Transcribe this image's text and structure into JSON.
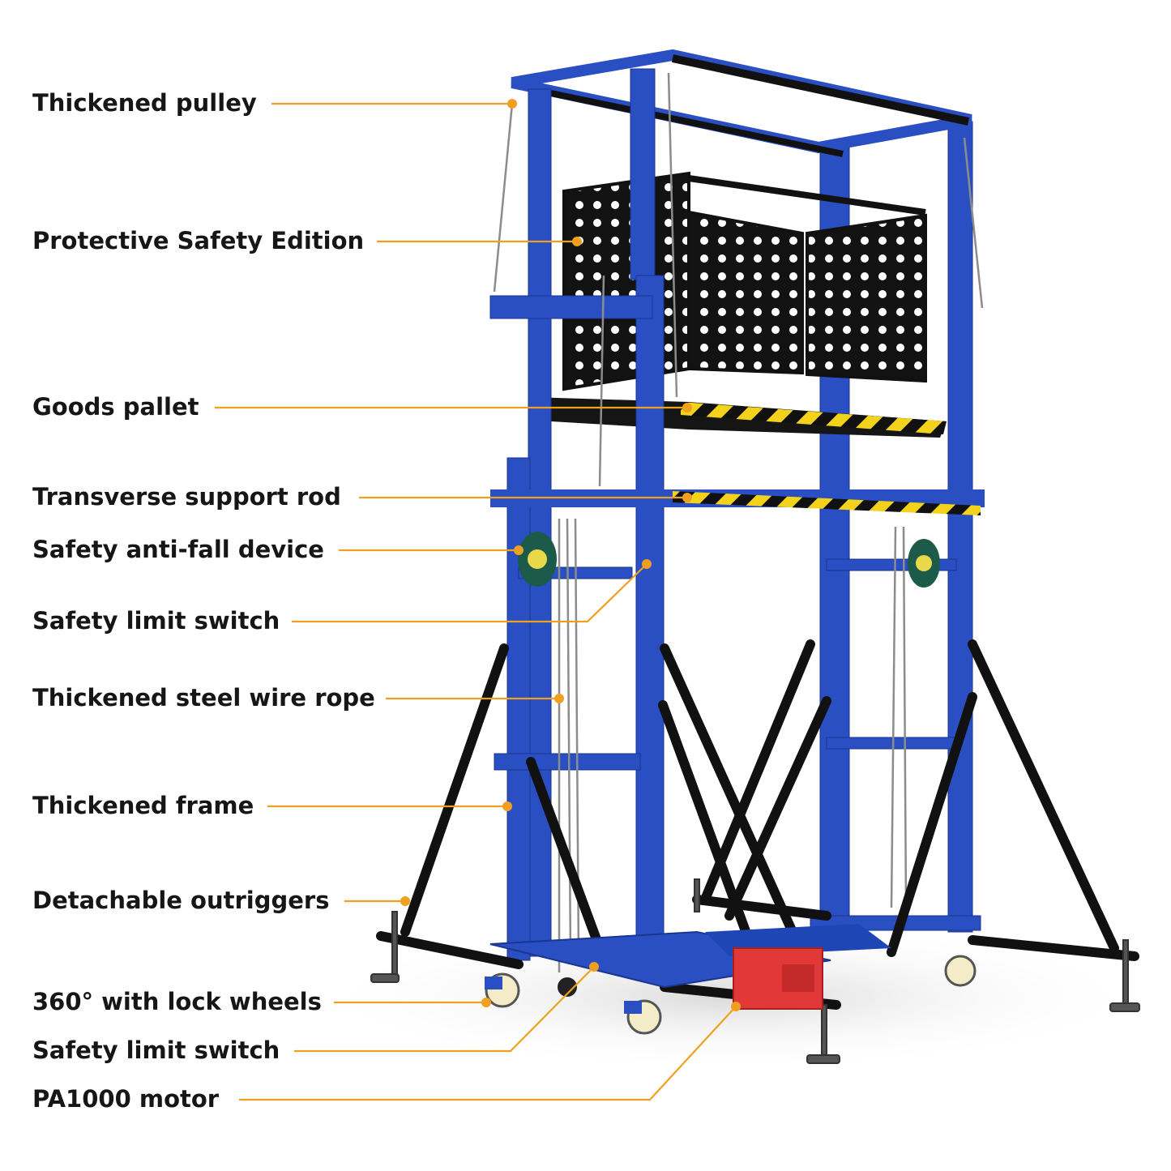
{
  "colors": {
    "frame_blue": "#2a4fc2",
    "frame_blue_dark": "#1b3590",
    "leader_orange": "#f0a020",
    "label_text": "#161616",
    "panel_black": "#121212",
    "outrigger_black": "#111111",
    "hazard_yellow": "#f2d21a",
    "motor_red": "#e23838",
    "wheel_cream": "#f4ecc8"
  },
  "callouts": [
    {
      "key": "thickened-pulley",
      "label": "Thickened pulley"
    },
    {
      "key": "protective-safety-edition",
      "label": "Protective Safety Edition"
    },
    {
      "key": "goods-pallet",
      "label": "Goods pallet"
    },
    {
      "key": "transverse-support-rod",
      "label": "Transverse support rod"
    },
    {
      "key": "safety-anti-fall-device",
      "label": "Safety anti-fall device"
    },
    {
      "key": "safety-limit-switch-upper",
      "label": "Safety limit switch"
    },
    {
      "key": "thickened-steel-wire-rope",
      "label": "Thickened steel wire rope"
    },
    {
      "key": "thickened-frame",
      "label": "Thickened frame"
    },
    {
      "key": "detachable-outriggers",
      "label": "Detachable outriggers"
    },
    {
      "key": "lock-wheels",
      "label": "360° with lock wheels"
    },
    {
      "key": "safety-limit-switch-lower",
      "label": "Safety limit switch"
    },
    {
      "key": "pa1000-motor",
      "label": "PA1000 motor"
    }
  ]
}
